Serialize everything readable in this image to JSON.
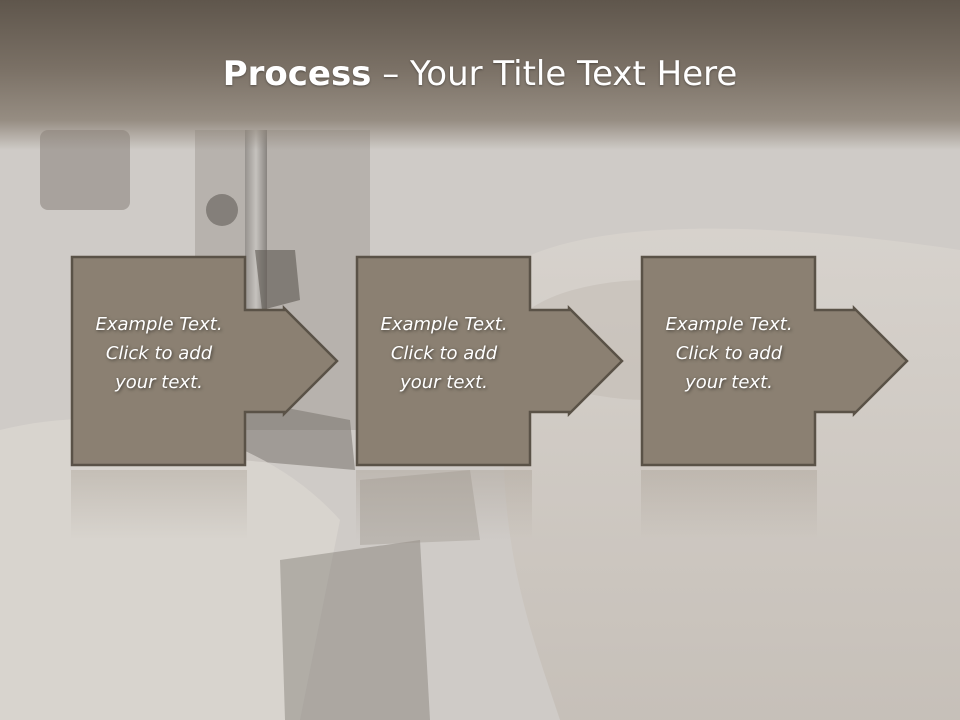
{
  "slide": {
    "title_bold": "Process",
    "title_rest": " – Your Title Text Here"
  },
  "steps": [
    {
      "line1": "Example Text.",
      "line2": "Click  to add",
      "line3": "your text."
    },
    {
      "line1": "Example Text.",
      "line2": "Click  to add",
      "line3": "your text."
    },
    {
      "line1": "Example Text.",
      "line2": "Click  to add",
      "line3": "your text."
    }
  ],
  "colors": {
    "box_fill": "#8b8072",
    "box_stroke": "#5a5247",
    "text": "#ffffff"
  }
}
